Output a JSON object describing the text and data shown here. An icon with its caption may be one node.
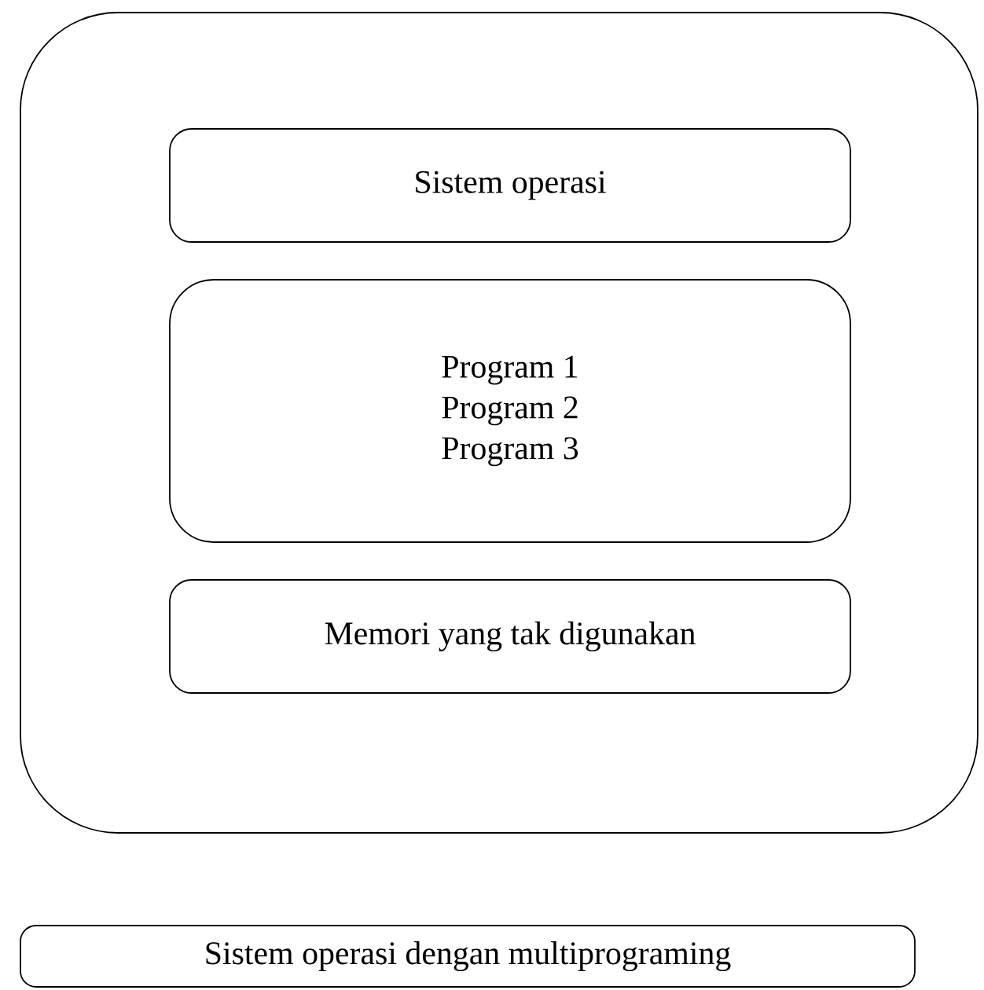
{
  "diagram": {
    "nodes": [
      {
        "text": [],
        "shape": "box"
      },
      {
        "text": [
          "Sistem operasi"
        ],
        "in": 0
      },
      {
        "text": [
          "Program 1",
          "Program 2",
          "Program 3"
        ],
        "in": 0
      },
      {
        "text": [
          "Memori yang tak digunakan"
        ],
        "in": 0
      },
      {
        "text": [
          "Sistem operasi dengan multiprograming"
        ]
      }
    ]
  }
}
